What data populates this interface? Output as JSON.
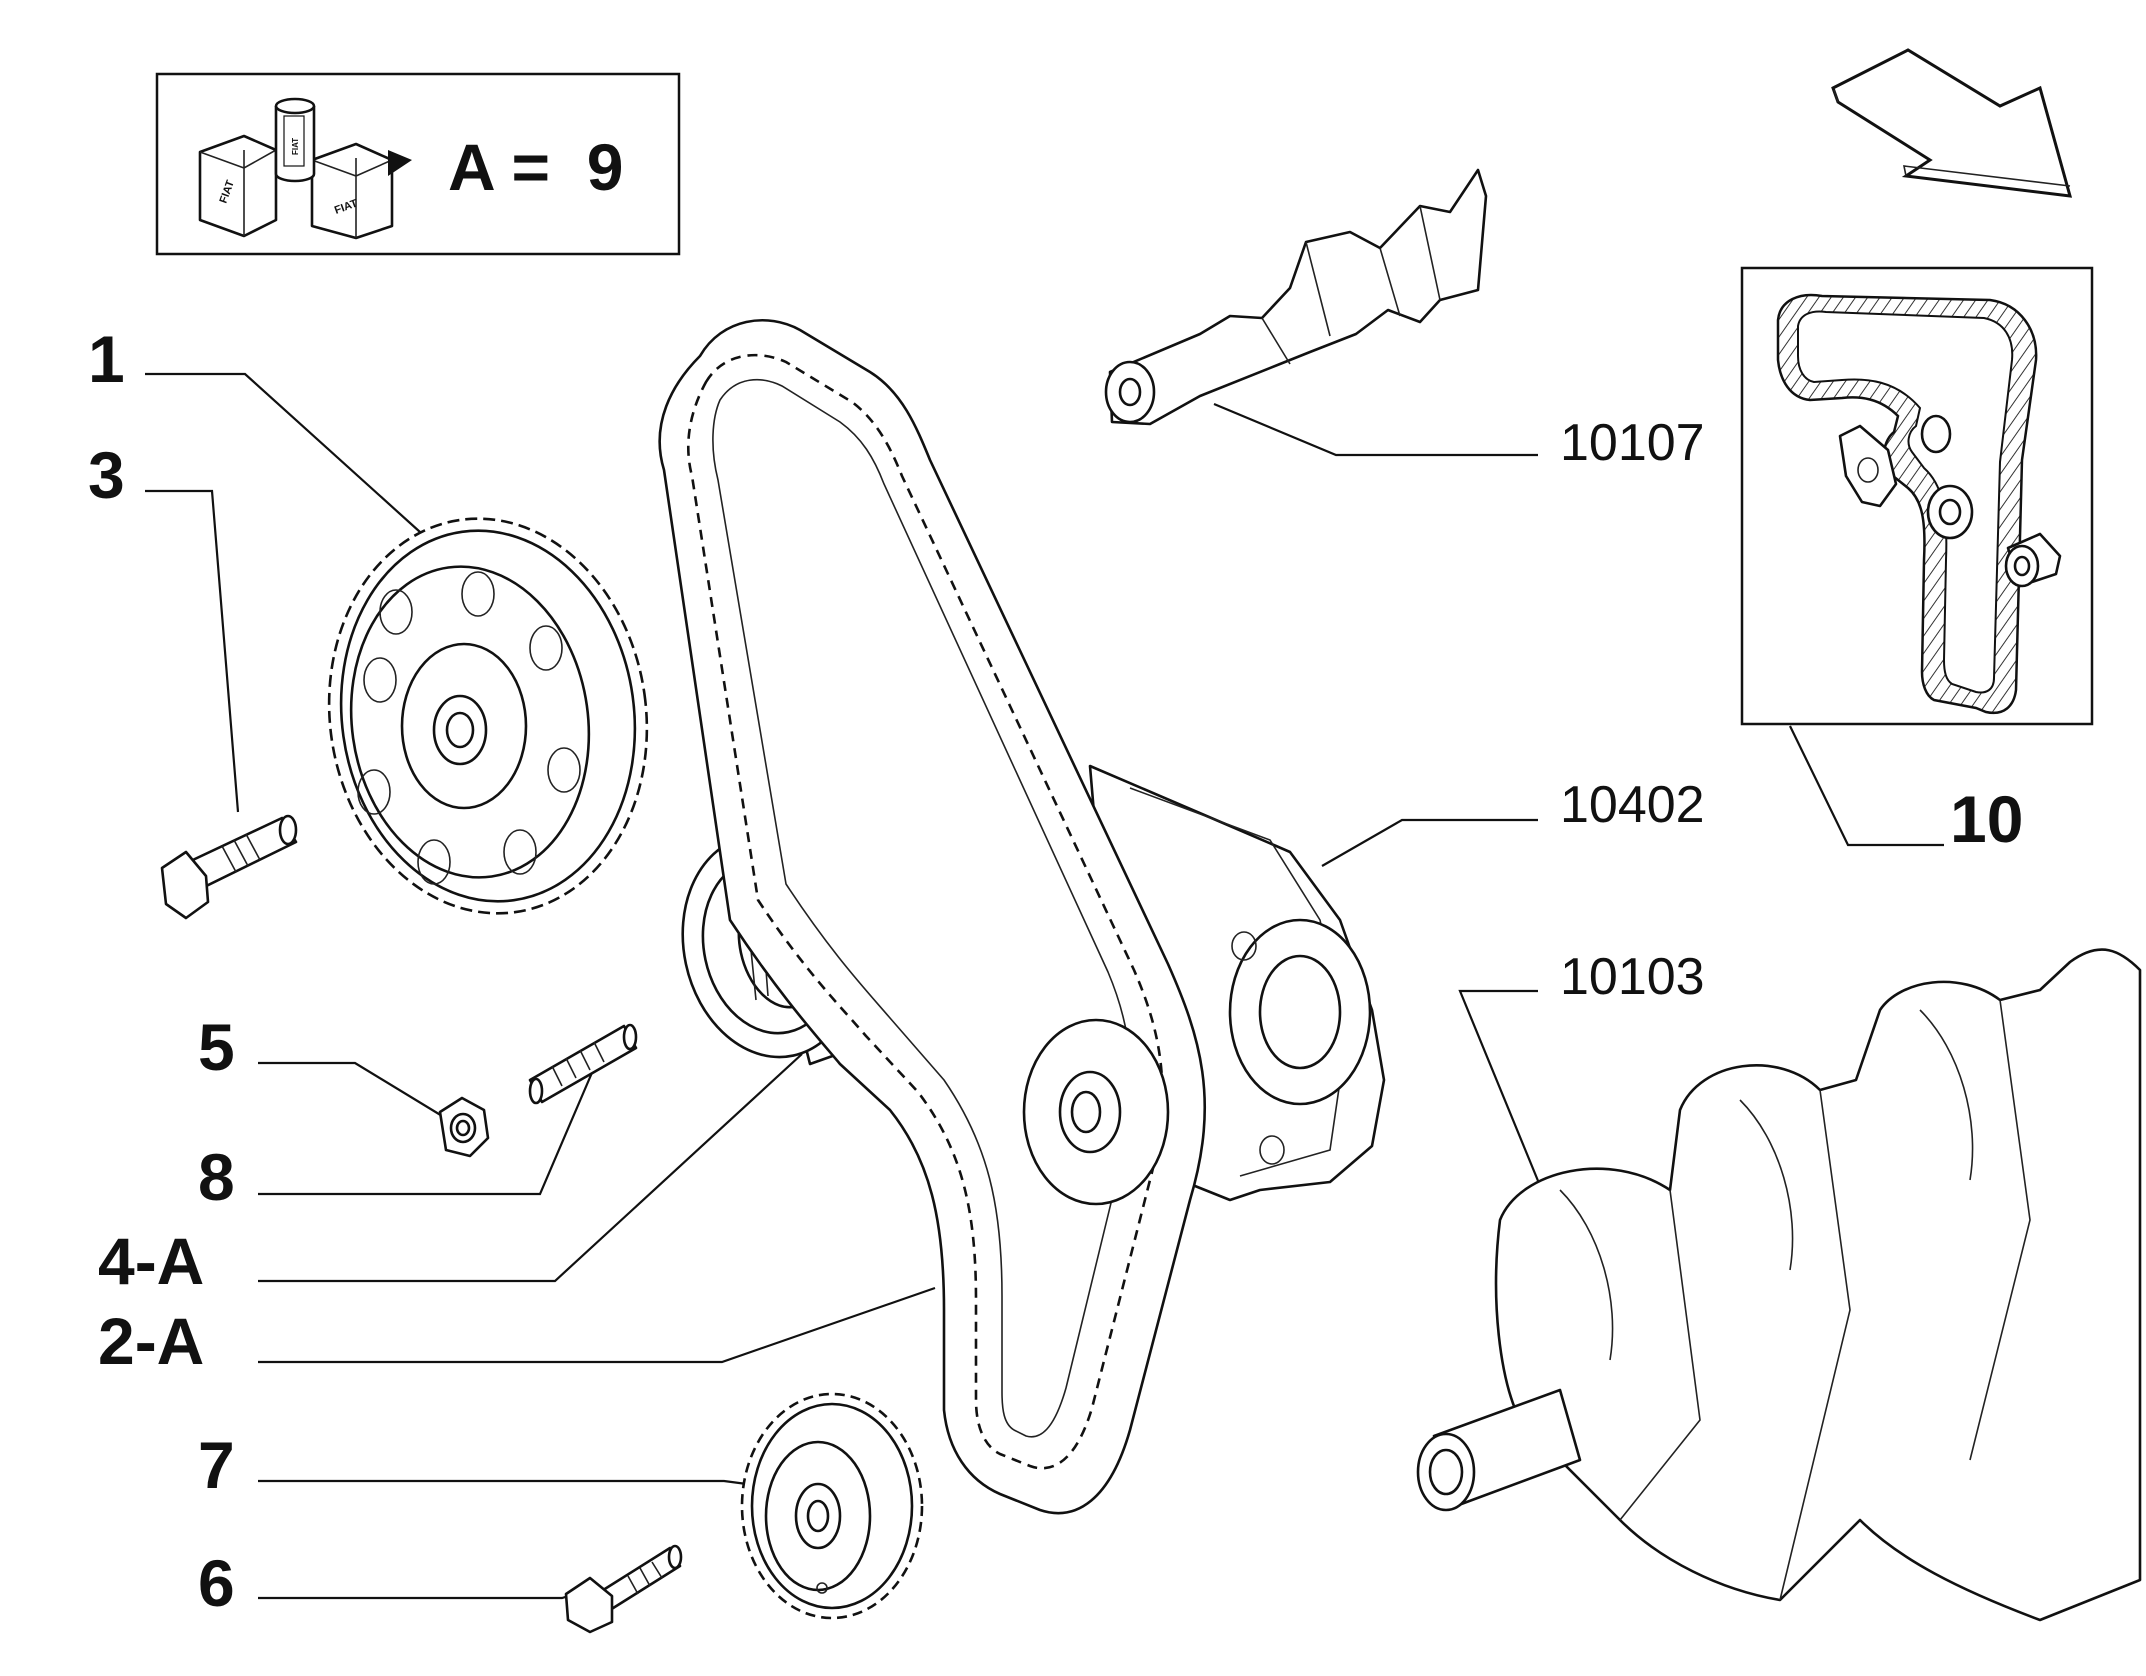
{
  "legend": {
    "text": "A =  9",
    "emblem_brand": "FIAT"
  },
  "callouts": [
    {
      "id": "1",
      "label": "1"
    },
    {
      "id": "3",
      "label": "3"
    },
    {
      "id": "5",
      "label": "5"
    },
    {
      "id": "8",
      "label": "8"
    },
    {
      "id": "4A",
      "label": "4-A"
    },
    {
      "id": "2A",
      "label": "2-A"
    },
    {
      "id": "7",
      "label": "7"
    },
    {
      "id": "6",
      "label": "6"
    },
    {
      "id": "10",
      "label": "10"
    },
    {
      "id": "10107",
      "label": "10107"
    },
    {
      "id": "10402",
      "label": "10402"
    },
    {
      "id": "10103",
      "label": "10103"
    }
  ],
  "icons": {
    "direction": "direction-arrow-icon",
    "legend": "fiat-kit-emblem-icon"
  }
}
